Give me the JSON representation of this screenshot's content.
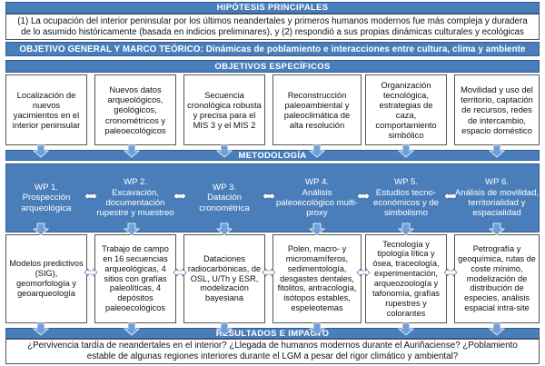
{
  "hipotesis": {
    "header": "HIPÓTESIS PRINCIPALES",
    "text": "(1) La ocupación del interior peninsular por los últimos neandertales y primeros humanos modernos fue más compleja y duradera de lo asumido históricamente (basada en indicios preliminares), y (2) respondió a sus propias dinámicas culturales y ecológicas"
  },
  "objetivo_general": {
    "label": "OBJETIVO GENERAL Y MARCO TEÓRICO",
    "text": ": Dinámicas de poblamiento e interacciones entre cultura, clima y ambiente"
  },
  "objetivos_especificos": {
    "header": "OBJETIVOS ESPECÍFICOS",
    "items": [
      "Localización de nuevos yacimientos en el interior peninsular",
      "Nuevos datos arqueológicos, geológicos, cronométricos y paleoecológicos",
      "Secuencia cronológica robusta y precisa para el MIS 3 y el MIS 2",
      "Reconstrucción paleoambiental y paleoclimática de alta resolución",
      "Organización tecnológica, estrategias de caza, comportamiento simbólico",
      "Movilidad y uso del territorio, captación de recursos, redes de intercambio, espacio doméstico"
    ]
  },
  "metodologia": {
    "header": "METODOLOGÍA",
    "wps": [
      {
        "title": "WP 1.",
        "body": "Prospección arqueológica"
      },
      {
        "title": "WP 2.",
        "body": "Excavación, documentación rupestre y muestreo"
      },
      {
        "title": "WP 3.",
        "body": "Datación cronométrica"
      },
      {
        "title": "WP 4.",
        "body": "Análisis paleoecológico multi-proxy"
      },
      {
        "title": "WP 5.",
        "body": "Estudios tecno-económicos y de simbolismo"
      },
      {
        "title": "WP 6.",
        "body": "Análisis de movilidad, territorialidad y espacialidad"
      }
    ],
    "details": [
      "Modelos predictivos (SIG), geomorfología y geoarqueología",
      "Trabajo de campo en 16 secuencias arqueológicas, 4 sitios con grafías paleolíticas, 4 depósitos paleoecológicos",
      "Dataciones radiocarbónicas, de OSL, U/Th y ESR, modelización bayesiana",
      "Polen, macro- y micromamíferos, sedimentología, desgastes dentales, fitolitos, antracología, isótopos estables, espeleotemas",
      "Tecnología y tipología lítica y ósea, traceología, experimentación, arqueozoología y tafonomía, grafías rupestres y colorantes",
      "Petrografía y geoquímica, rutas de coste mínimo, modelización de distribución de especies, análisis espacial intra-site"
    ]
  },
  "resultados": {
    "header": "RESULTADOS E IMPACTO",
    "text": "¿Pervivencia tardía de neandertales en el interior? ¿Llegada de humanos modernos durante el Auriñaciense? ¿Poblamiento estable de algunas regiones interiores durante el LGM a pesar del rigor climático y ambiental?"
  },
  "colors": {
    "accent_blue": "#4a7ebb",
    "arrow_fill": "#6f9fd8",
    "border": "#555555"
  }
}
